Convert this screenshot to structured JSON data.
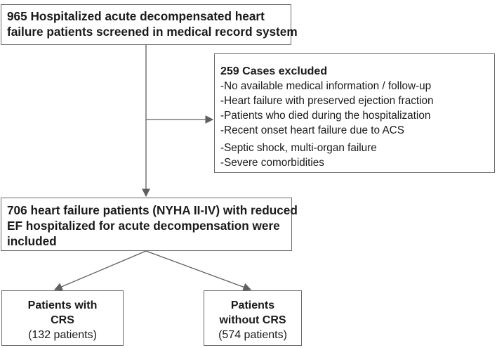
{
  "screened": {
    "lines": [
      "965 Hospitalized acute decompensated heart",
      "failure patients screened in medical record system"
    ]
  },
  "excluded": {
    "title": "259 Cases excluded",
    "items": [
      "-No available medical information / follow-up",
      "-Heart failure with preserved ejection fraction",
      "-Patients who died during the hospitalization",
      "-Recent onset heart failure due to ACS",
      "-Septic shock, multi-organ failure",
      "-Severe comorbidities"
    ]
  },
  "included": {
    "lines": [
      "706 heart failure patients (NYHA II-IV) with reduced",
      "EF hospitalized for acute decompensation were",
      "included"
    ]
  },
  "with_crs": {
    "lines": [
      "Patients with",
      "CRS"
    ],
    "count": "(132 patients)"
  },
  "without_crs": {
    "lines": [
      "Patients",
      "without CRS"
    ],
    "count": "(574 patients)"
  },
  "colors": {
    "border": "#6b6b6b",
    "arrow": "#5f5f5f",
    "text": "#1a1a1a"
  }
}
